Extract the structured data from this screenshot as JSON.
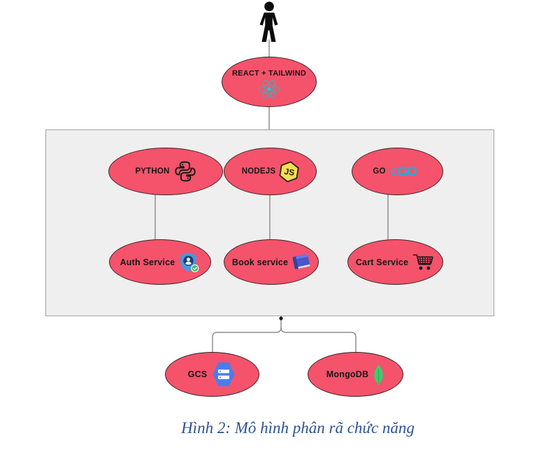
{
  "figure": {
    "caption": "Hình 2: Mô hình phân rã chức năng",
    "nodes": [
      {
        "id": "react-tailwind",
        "label": "REACT + TAILWIND",
        "icon": "react-atom-icon"
      },
      {
        "id": "python",
        "label": "PYTHON",
        "icon": "python-icon"
      },
      {
        "id": "nodejs",
        "label": "NODEJS",
        "icon": "js-hexagon-icon"
      },
      {
        "id": "go",
        "label": "GO",
        "icon": "go-logo-icon"
      },
      {
        "id": "auth-service",
        "label": "Auth Service",
        "icon": "auth-shield-icon"
      },
      {
        "id": "book-service",
        "label": "Book service",
        "icon": "book-icon"
      },
      {
        "id": "cart-service",
        "label": "Cart Service",
        "icon": "cart-icon"
      },
      {
        "id": "gcs",
        "label": "GCS",
        "icon": "gcs-hexagon-icon"
      },
      {
        "id": "mongodb",
        "label": "MongoDB",
        "icon": "mongodb-leaf-icon"
      }
    ],
    "actor_icon": "person-icon",
    "logo_text": {
      "js": "JS",
      "go": "GO"
    },
    "colors": {
      "node_fill": "#f4536b",
      "node_border": "#3a2428",
      "box_fill": "#efefef",
      "box_border": "#a3a3a3",
      "connector": "#8f8f8f",
      "caption_color": "#2e5395",
      "label_color": "#161616",
      "go_logo": "#17b1e2",
      "js_yellow": "#f3df55",
      "shield_blue": "#4a97e0",
      "check_green": "#35c06e",
      "book_indigo": "#4a56cc",
      "gcs_blue": "#4b7de9",
      "mongo_green": "#3ecb70",
      "react_gray": "#7e8e9c"
    }
  }
}
